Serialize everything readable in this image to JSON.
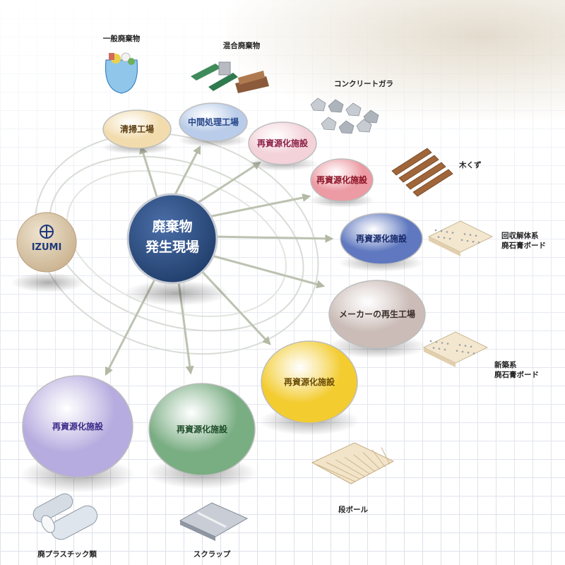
{
  "center": {
    "line1": "廃棄物",
    "line2": "発生現場"
  },
  "logo": {
    "text": "IZUMI"
  },
  "nodes": [
    {
      "key": "seisou",
      "label": "清掃工場",
      "color": "#f2dcae",
      "text_color": "#5a3d10",
      "item": "一般廃棄物"
    },
    {
      "key": "chukan",
      "label": "中間処理工場",
      "color": "#b9cce9",
      "text_color": "#24458a",
      "item": "混合廃棄物"
    },
    {
      "key": "concrete",
      "label": "再資源化施設",
      "color": "#f3d2da",
      "text_color": "#8c1f45",
      "item": "コンクリートガラ"
    },
    {
      "key": "wood",
      "label": "再資源化施設",
      "color": "#ec9aa3",
      "text_color": "#8c1326",
      "item": "木くず"
    },
    {
      "key": "gypsum1",
      "label": "再資源化施設",
      "color": "#5f78bf",
      "text_color": "#16286a",
      "item": "回収解体系\n廃石膏ボード"
    },
    {
      "key": "maker",
      "label": "メーカーの再生工場",
      "color": "#cbbcb7",
      "text_color": "#3a2e2a",
      "item": "新築系\n廃石膏ボード"
    },
    {
      "key": "cardboard",
      "label": "再資源化施設",
      "color": "#f3cc2f",
      "text_color": "#6a4a00",
      "item": "段ボール"
    },
    {
      "key": "scrap",
      "label": "再資源化施設",
      "color": "#79ad82",
      "text_color": "#1f4d2a",
      "item": "スクラップ"
    },
    {
      "key": "plastic",
      "label": "再資源化施設",
      "color": "#b7acdf",
      "text_color": "#3b2a88",
      "item": "廃プラスチック類"
    }
  ],
  "colors": {
    "center": "#24467a",
    "arrow": "#bcc2b0",
    "logo": "#d4c2a6",
    "logo_text": "#1e3a7a"
  }
}
